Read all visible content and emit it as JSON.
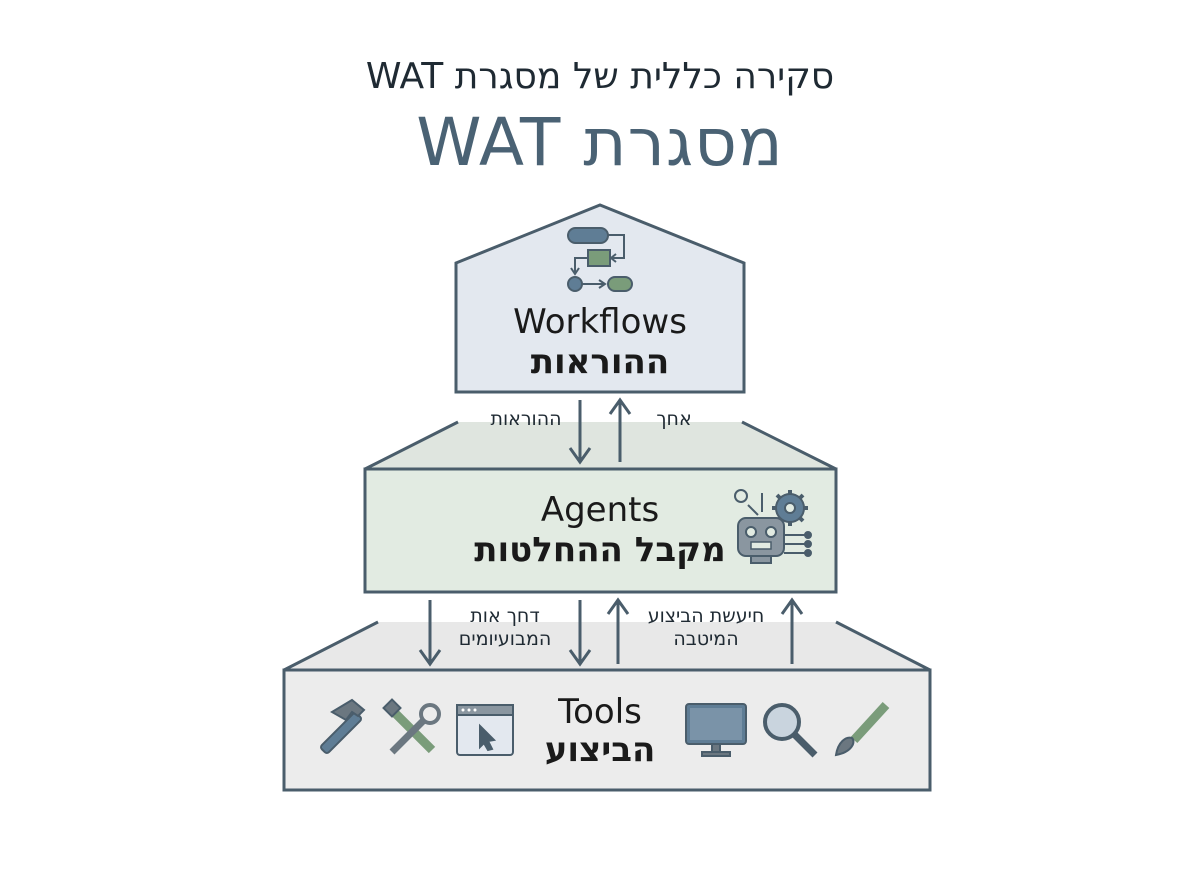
{
  "header": {
    "subtitle": "סקירה כללית של מסגרת WAT",
    "title": "מסגרת WAT"
  },
  "layers": {
    "workflows": {
      "name_en": "Workflows",
      "name_he": "ההוראות",
      "icon": "flowchart-icon"
    },
    "agents": {
      "name_en": "Agents",
      "name_he": "מקבל ההחלטות",
      "icon": "robot-gears-icon"
    },
    "tools": {
      "name_en": "Tools",
      "name_he": "הביצוע",
      "icons_left": [
        "hammer-icon",
        "wrench-screwdriver-icon",
        "browser-cursor-icon"
      ],
      "icons_right": [
        "monitor-icon",
        "magnifier-icon",
        "paintbrush-icon"
      ]
    }
  },
  "arrows": {
    "workflow_to_agent": "ההוראות",
    "agent_to_workflow": "אחך",
    "agent_to_tools": "דחך אות המבועיומים",
    "tools_to_agent": "חיעשת הביצוע המיטבה"
  },
  "colors": {
    "workflows_fill": "#e3e8ef",
    "agents_fill": "#e2ebe2",
    "tools_fill": "#ececec",
    "stroke": "#4a5d6b",
    "accent_blue": "#5f7d95",
    "accent_green": "#7a9c7a"
  }
}
